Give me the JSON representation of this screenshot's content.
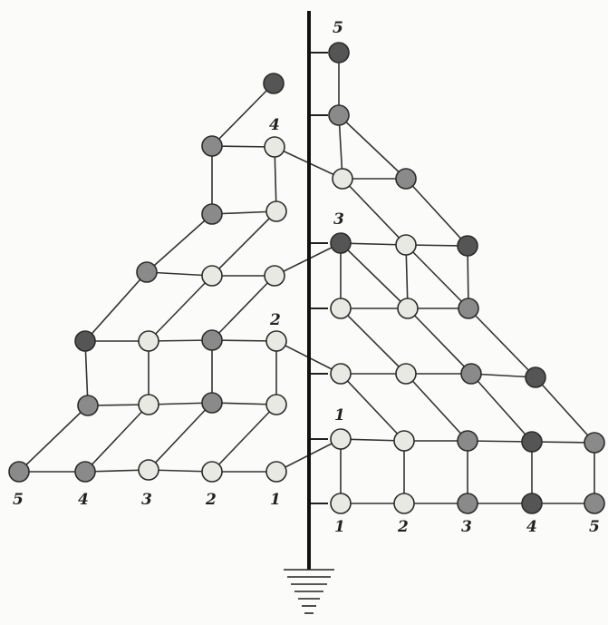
{
  "colors": {
    "ink": "#2b2b2b",
    "dark_node": "#555555",
    "gray_node": "#8a8a8a",
    "light_node": "#e9e9e4",
    "paper": "#fbfbf9"
  },
  "left_labels": [
    "5",
    "4",
    "3",
    "2",
    "1"
  ],
  "right_labels": [
    "1",
    "2",
    "3",
    "4",
    "5"
  ],
  "level_labels": [
    "1",
    "2",
    "3",
    "4",
    "5"
  ],
  "ground_symbol": "ground-icon"
}
